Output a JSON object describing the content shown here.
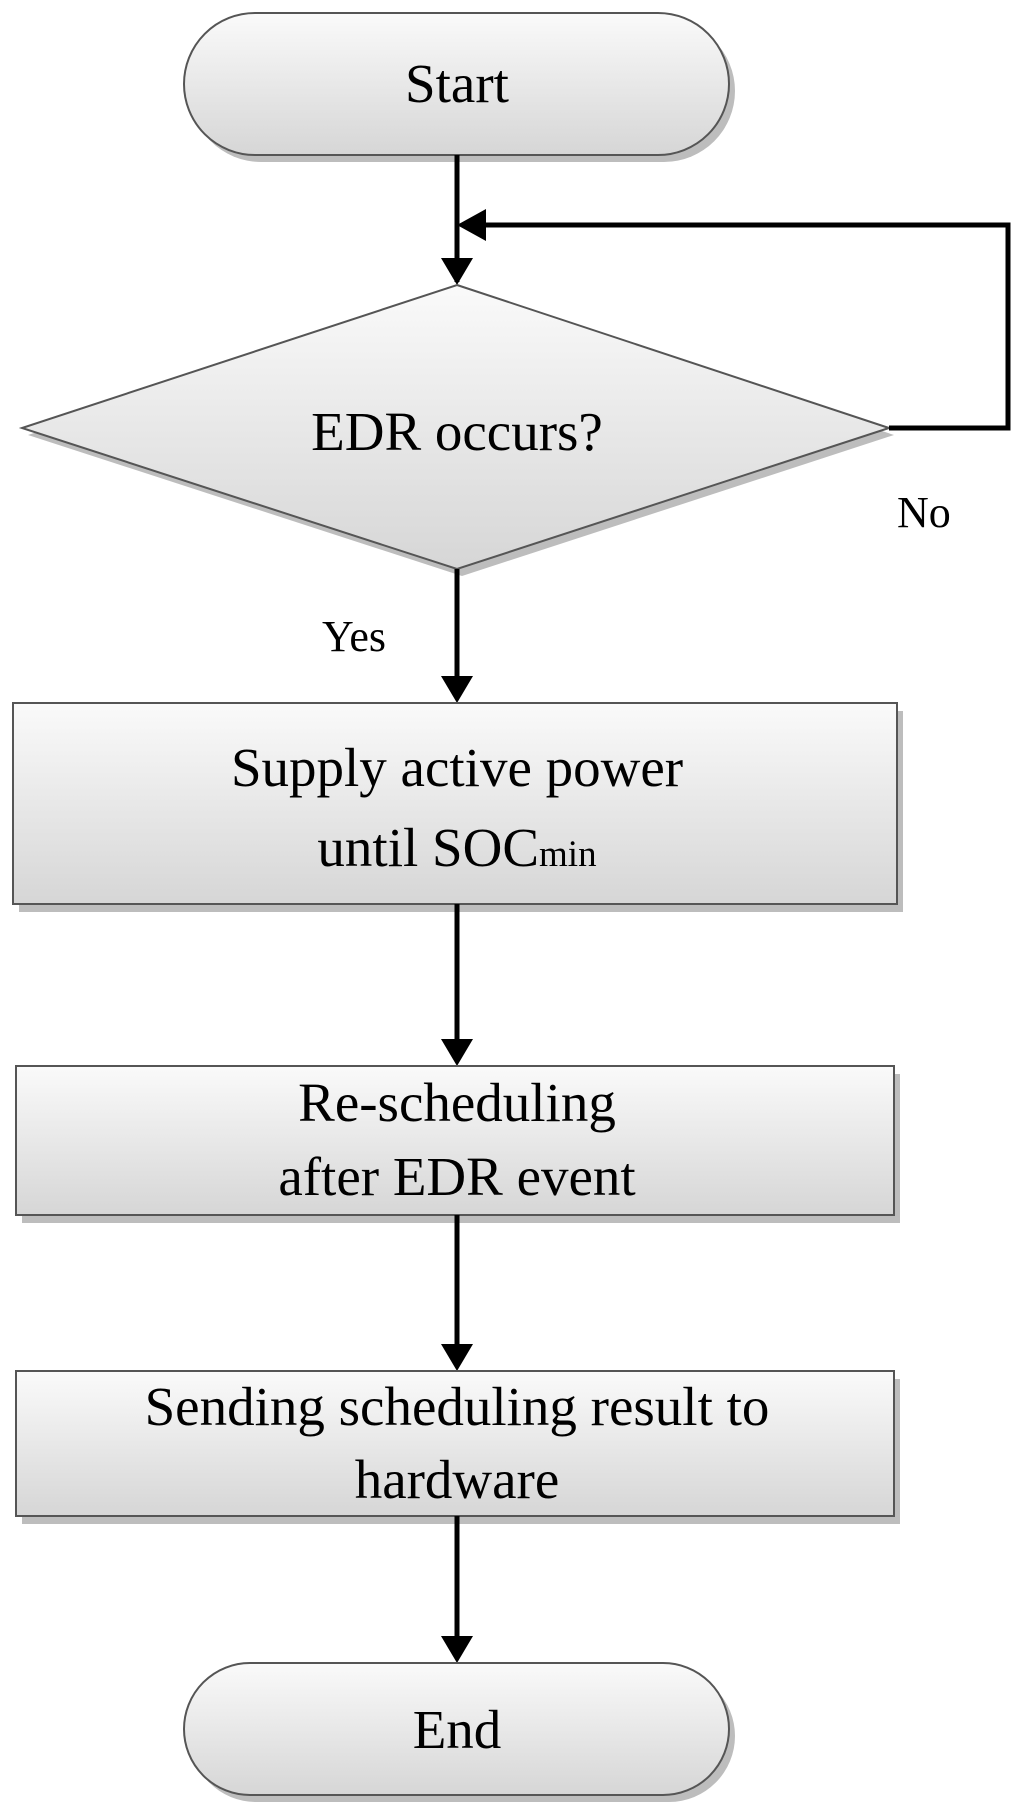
{
  "nodes": {
    "start": {
      "label": "Start"
    },
    "decision": {
      "label": "EDR occurs?"
    },
    "supply": {
      "line1": "Supply active power",
      "line2_main": "until SOC",
      "line2_sub": "min"
    },
    "reschedule": {
      "line1": "Re-scheduling",
      "line2": "after EDR event"
    },
    "send": {
      "line1": "Sending scheduling result to",
      "line2": "hardware"
    },
    "end": {
      "label": "End"
    }
  },
  "edges": {
    "no_label": "No",
    "yes_label": "Yes"
  },
  "colors": {
    "fill_light": "#fafafa",
    "fill_dark": "#d6d6d6",
    "stroke": "#555555",
    "connector": "#000000"
  }
}
